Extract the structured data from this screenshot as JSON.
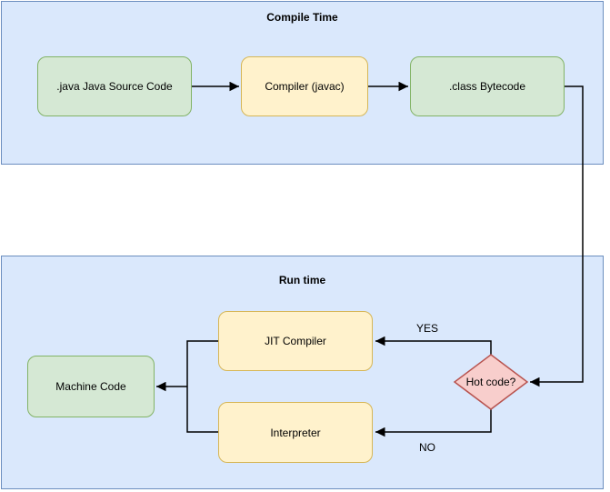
{
  "colors": {
    "panel_fill": "#dae8fc",
    "panel_stroke": "#6c8ebf",
    "green_fill": "#d5e8d4",
    "green_stroke": "#82b366",
    "yellow_fill": "#fff2cc",
    "yellow_stroke": "#d6b656",
    "red_fill": "#f8cecc",
    "red_stroke": "#b85450",
    "line_color": "#000000"
  },
  "sections": {
    "compile_time": {
      "title": "Compile Time"
    },
    "run_time": {
      "title": "Run time"
    }
  },
  "nodes": {
    "java_source": {
      "label": ".java Java Source Code"
    },
    "compiler": {
      "label": "Compiler (javac)"
    },
    "bytecode": {
      "label": ".class Bytecode"
    },
    "jit_compiler": {
      "label": "JIT Compiler"
    },
    "interpreter": {
      "label": "Interpreter"
    },
    "machine_code": {
      "label": "Machine Code"
    },
    "hot_code": {
      "label": "Hot code?"
    }
  },
  "edge_labels": {
    "yes": "YES",
    "no": "NO"
  }
}
